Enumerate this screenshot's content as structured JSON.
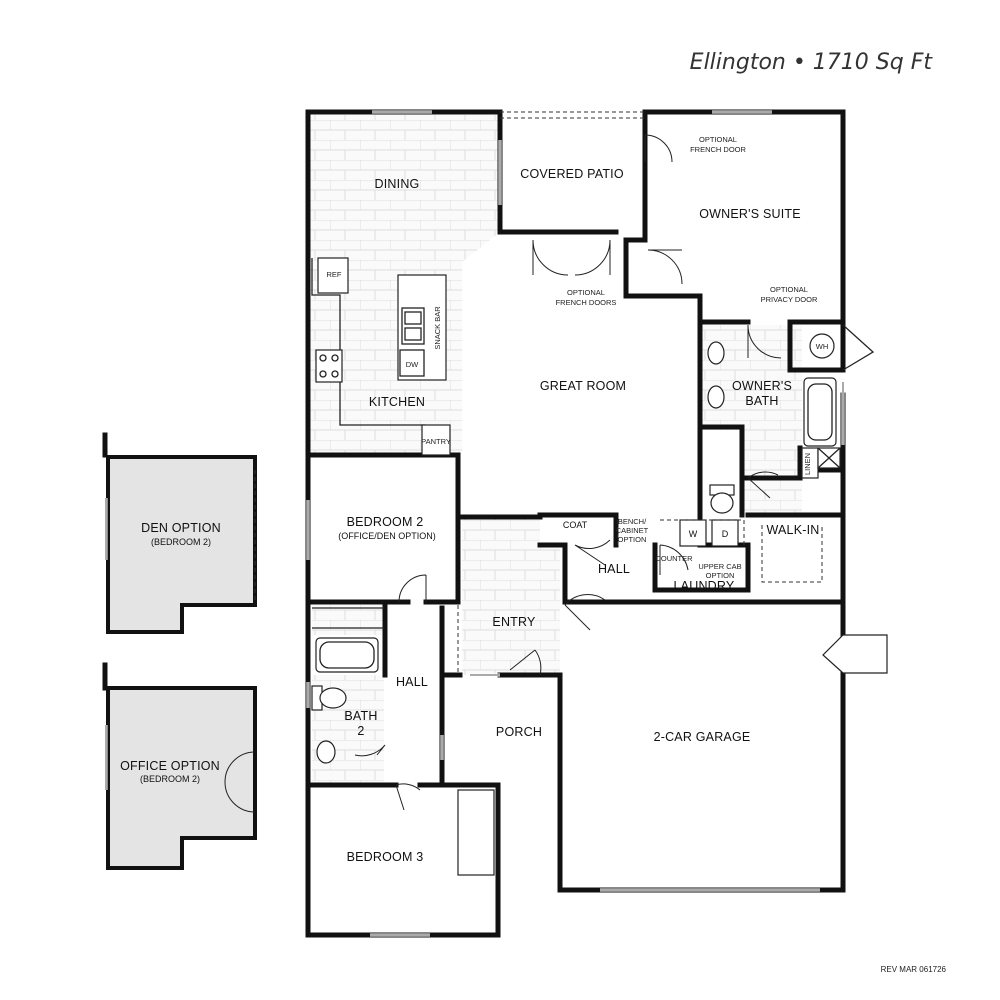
{
  "header": {
    "title": "Ellington • 1710 Sq Ft"
  },
  "footer": {
    "revision": "REV MAR 061726"
  },
  "rooms": {
    "dining": "DINING",
    "covered_patio": "COVERED PATIO",
    "owners_suite": "OWNER'S SUITE",
    "kitchen": "KITCHEN",
    "great_room": "GREAT ROOM",
    "owners_bath_1": "OWNER'S",
    "owners_bath_2": "BATH",
    "bedroom2_1": "BEDROOM 2",
    "bedroom2_2": "(OFFICE/DEN OPTION)",
    "walk_in": "WALK-IN",
    "hall_upper": "HALL",
    "laundry": "LAUNDRY",
    "entry": "ENTRY",
    "hall_lower": "HALL",
    "bath2_1": "BATH",
    "bath2_2": "2",
    "porch": "PORCH",
    "garage": "2-CAR GARAGE",
    "bedroom3": "BEDROOM 3",
    "coat": "COAT"
  },
  "fixtures": {
    "ref": "REF",
    "snack_bar": "SNACK BAR",
    "dw": "DW",
    "pantry": "PANTRY",
    "wh": "WH",
    "linen": "LINEN",
    "washer": "W",
    "dryer": "D",
    "counter": "COUNTER"
  },
  "notes": {
    "french_door_1": "OPTIONAL",
    "french_door_2": "FRENCH DOOR",
    "french_doors_1": "OPTIONAL",
    "french_doors_2": "FRENCH DOORS",
    "privacy_1": "OPTIONAL",
    "privacy_2": "PRIVACY DOOR",
    "bench_1": "BENCH/",
    "bench_2": "CABINET",
    "bench_3": "OPTION",
    "upper_1": "UPPER CAB",
    "upper_2": "OPTION"
  },
  "options": {
    "den_1": "DEN OPTION",
    "den_2": "(BEDROOM 2)",
    "office_1": "OFFICE OPTION",
    "office_2": "(BEDROOM 2)"
  }
}
